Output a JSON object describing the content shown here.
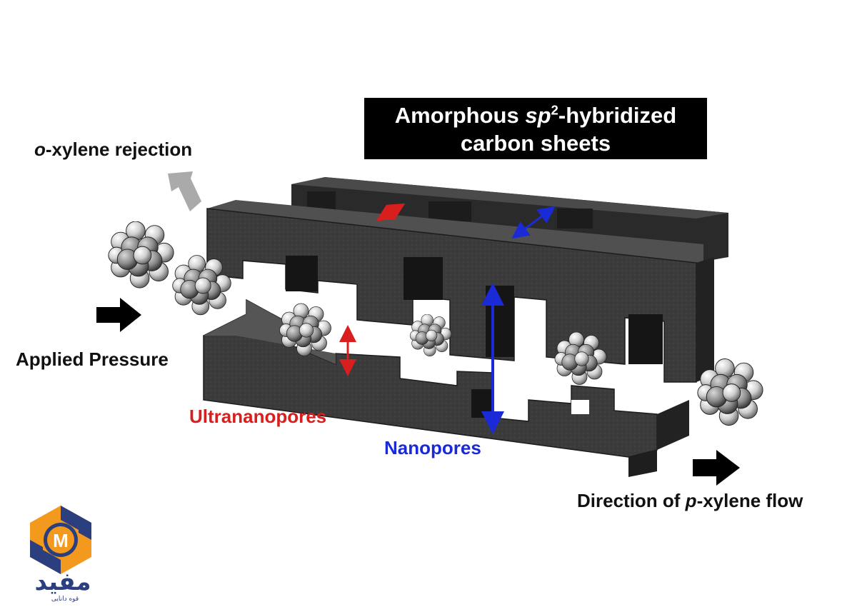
{
  "title": {
    "line1_prefix": "Amorphous ",
    "line1_italic": "sp",
    "line1_sup": "2",
    "line1_suffix": "-hybridized",
    "line2": "carbon sheets"
  },
  "labels": {
    "rejection_prefix_italic": "o",
    "rejection_suffix": "-xylene rejection",
    "applied_pressure": "Applied Pressure",
    "ultrananopores": "Ultrananopores",
    "nanopores": "Nanopores",
    "flow_prefix": "Direction of ",
    "flow_italic": "p",
    "flow_suffix": "-xylene flow"
  },
  "logo": {
    "letter": "M",
    "word": "مفید",
    "tagline": "قوه دانايى"
  },
  "colors": {
    "ultrananopore": "#d91e1e",
    "nanopore": "#1a2ad6",
    "carbon": "#3a3a3a",
    "rejection_arrow": "#aaaaaa",
    "logo_orange": "#f39a1e",
    "logo_blue": "#2b3f7e"
  }
}
